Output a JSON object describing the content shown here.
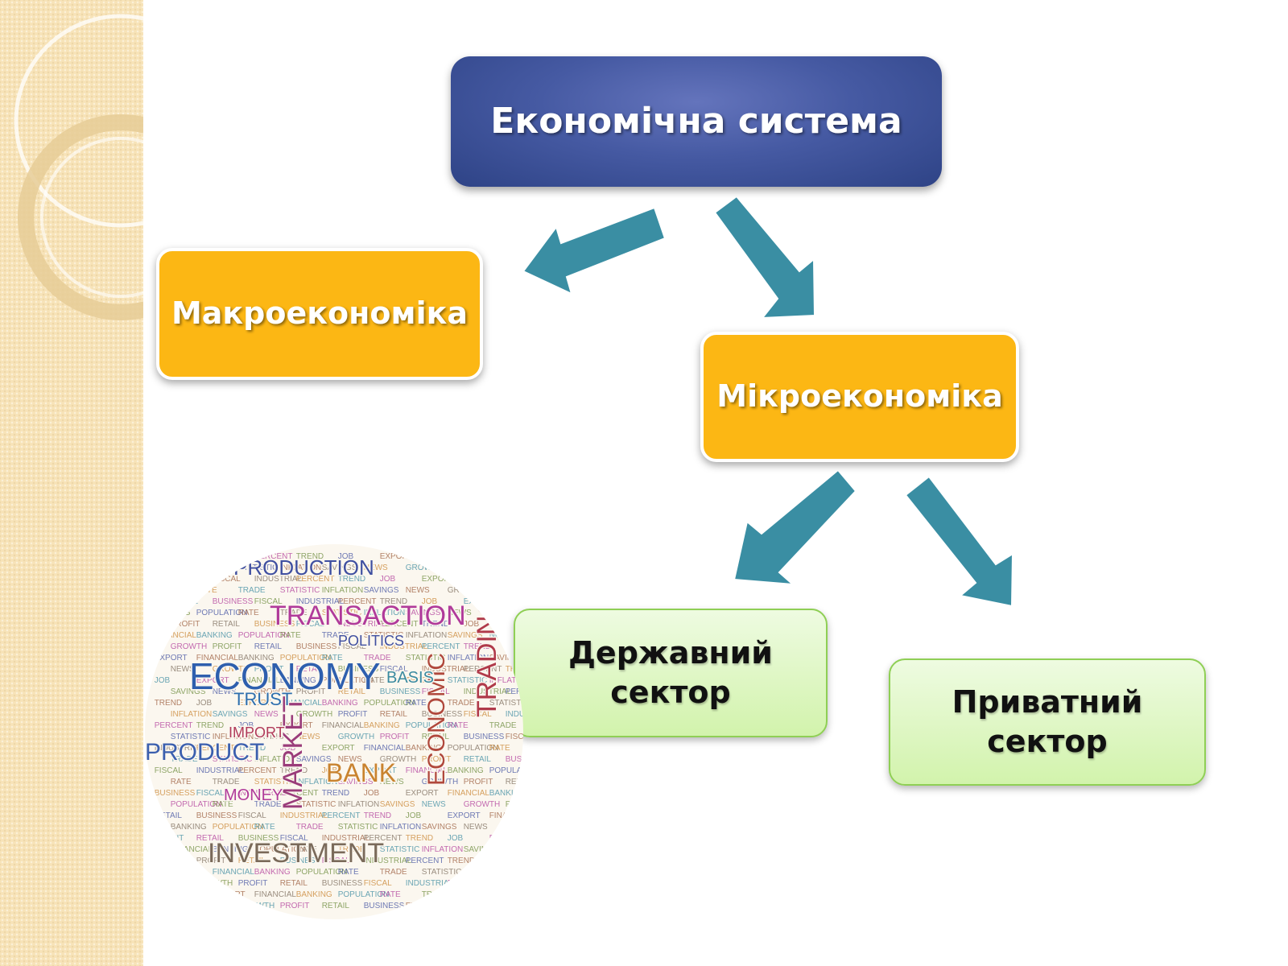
{
  "diagram": {
    "root": {
      "label": "Економічна система"
    },
    "macro": {
      "label": "Макроекономіка"
    },
    "micro": {
      "label": "Мікроекономіка"
    },
    "state_sector": {
      "label_line1": "Державний",
      "label_line2": "сектор"
    },
    "private_sector": {
      "label_line1": "Приватний",
      "label_line2": "сектор"
    }
  },
  "colors": {
    "root_fill": "#465aa3",
    "macro_micro_fill": "#fcb714",
    "sector_fill": "#d2f3ac",
    "arrow_fill": "#3a8ea3",
    "side_strip": "#f7e3b8"
  },
  "word_cloud": {
    "words": [
      "FISCAL",
      "MONEY",
      "INDUSTRIAL",
      "PERCENT",
      "PRODUCTION",
      "TREND",
      "JOB",
      "EXPORT",
      "FINANCIAL",
      "BANKING",
      "POPULATION",
      "RATE",
      "BASIS",
      "IMPORT",
      "TRADE",
      "TRANSACTION",
      "STATISTIC",
      "INFLATION",
      "POLITICS",
      "SAVINGS",
      "ECONOMY",
      "TRUST",
      "NEWS",
      "GROWTH",
      "PROFIT",
      "RETAIL",
      "MARKET",
      "ECONOMIC",
      "TRADING",
      "PRODUCT",
      "BUSINESS",
      "BANK",
      "INVESTMENT"
    ]
  }
}
